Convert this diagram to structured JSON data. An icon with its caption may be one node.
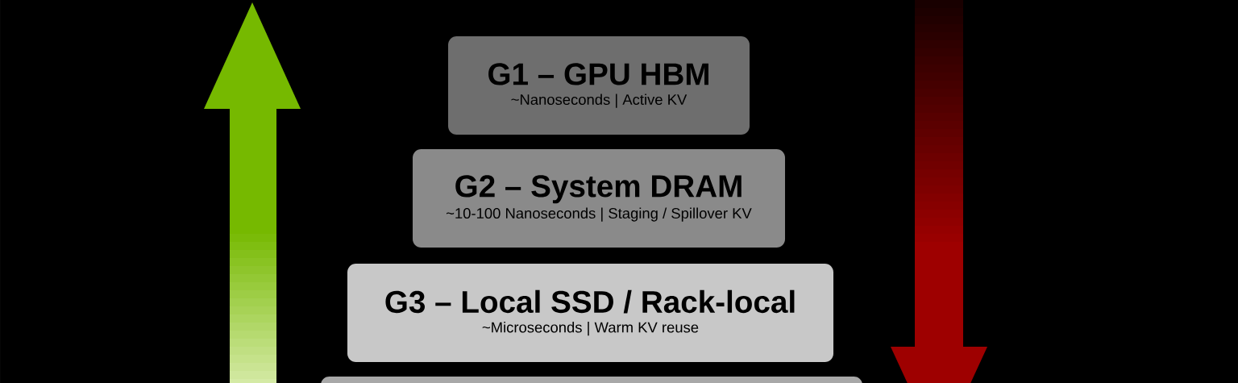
{
  "diagram": {
    "nodes": [
      {
        "text": [
          "G1 – GPU HBM",
          "~Nanoseconds | Active KV"
        ]
      },
      {
        "text": [
          "G2 – System DRAM",
          "~10-100 Nanoseconds | Staging / Spillover KV"
        ]
      },
      {
        "text": [
          "G3 – Local SSD / Rack-local",
          "~Microseconds | Warm KV reuse"
        ]
      },
      {
        "text": [],
        "shape": "box"
      }
    ]
  }
}
